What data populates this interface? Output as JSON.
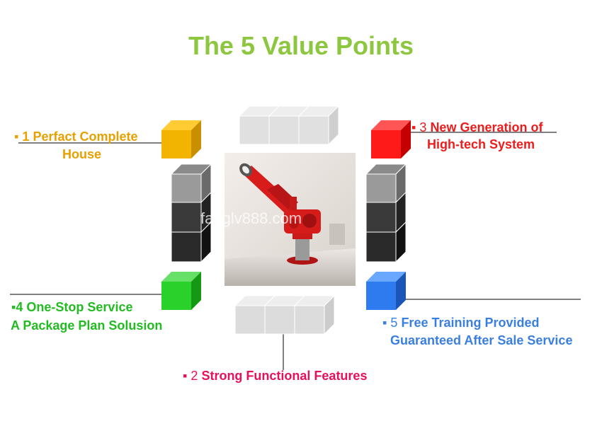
{
  "title": "The 5 Value Points",
  "watermark": "fanglv888.com",
  "points": [
    {
      "bullet": "▪",
      "number": "1",
      "line1": "Perfact Complete",
      "line2": "House",
      "color": "#e6a100"
    },
    {
      "bullet": "▪",
      "number": "2",
      "line1": "Strong Functional Features",
      "color": "#e8105b"
    },
    {
      "bullet": "▪",
      "number": "3",
      "line1": "New Generation of",
      "line2": "High-tech System",
      "color": "#ee1c1c"
    },
    {
      "bullet": "▪",
      "number": "4",
      "line1": "One-Stop Service",
      "line2": "A Package Plan Solusion",
      "color": "#22bb22"
    },
    {
      "bullet": "▪",
      "number": "5",
      "line1": "Free Training Provided",
      "line2": "Guaranteed After Sale Service",
      "color": "#3a7fe0"
    }
  ],
  "colors": {
    "title": "#8dc63f",
    "yellow": "#f2b400",
    "red": "#ff1a1a",
    "green": "#2bd12b",
    "blue": "#2e7bf0",
    "gray_light": "#d9d9d9",
    "gray_dark": "#333333"
  }
}
